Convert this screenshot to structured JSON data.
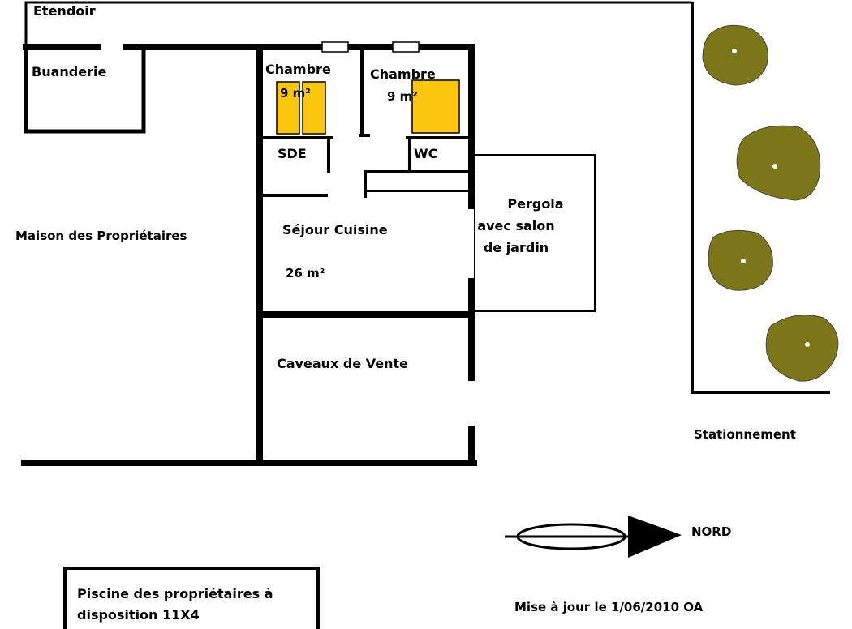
{
  "labels": {
    "etendoir": "Etendoir",
    "buanderie": "Buanderie",
    "chambre_1": "Chambre",
    "chambre_1_area": "9 m²",
    "chambre_2": "Chambre",
    "chambre_2_area": "9 m²",
    "sde": "SDE",
    "wc": "WC",
    "pergola": "Pergola",
    "pergola_line2": "avec salon",
    "pergola_line3": "de jardin",
    "maison": "Maison des Propriétaires",
    "sejour": "Séjour Cuisine",
    "sejour_area": "26 m²",
    "caveaux": "Caveaux de Vente",
    "stationnement": "Stationnement",
    "nord": "NORD",
    "piscine_line1": "Piscine des propriétaires à",
    "piscine_line2": "disposition 11X4",
    "mise_a_jour": "Mise à jour le 1/06/2010 OA"
  },
  "colors": {
    "wall": "#000000",
    "bed": "#fcc60f",
    "tree": "#7b7718",
    "background": "#ffffff"
  }
}
